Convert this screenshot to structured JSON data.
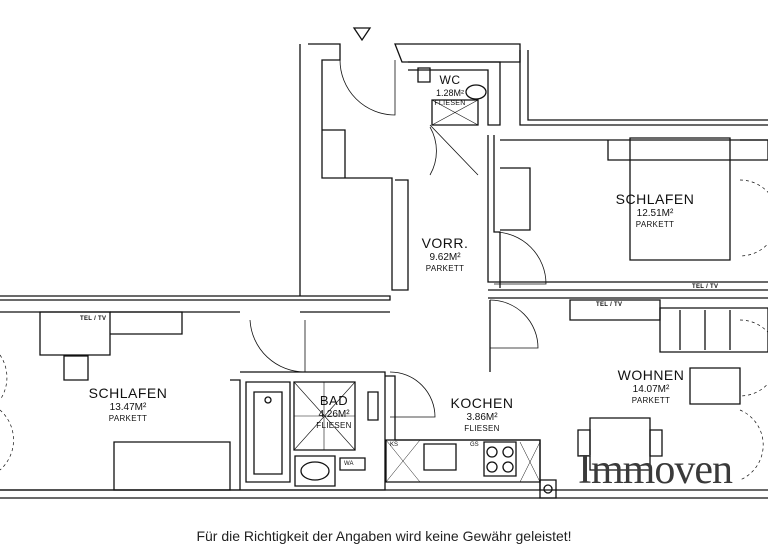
{
  "rooms": {
    "wc": {
      "name": "WC",
      "area": "1.28M²",
      "floor": "FLIESEN"
    },
    "vorr": {
      "name": "VORR.",
      "area": "9.62M²",
      "floor": "PARKETT"
    },
    "schlafen_right": {
      "name": "SCHLAFEN",
      "area": "12.51M²",
      "floor": "PARKETT"
    },
    "schlafen_left": {
      "name": "SCHLAFEN",
      "area": "13.47M²",
      "floor": "PARKETT"
    },
    "bad": {
      "name": "BAD",
      "area": "4.26M²",
      "floor": "FLIESEN"
    },
    "kochen": {
      "name": "KOCHEN",
      "area": "3.86M²",
      "floor": "FLIESEN"
    },
    "wohnen": {
      "name": "WOHNEN",
      "area": "14.07M²",
      "floor": "PARKETT"
    }
  },
  "annotations": {
    "tel_tv_left": "TEL / TV",
    "tel_tv_right_top": "TEL / TV",
    "tel_tv_right_mid": "TEL / TV",
    "wa_label": "WA",
    "ks_label": "KS",
    "gs_label": "GS"
  },
  "logo": {
    "text": "Immoven"
  },
  "disclaimer": "Für die Richtigkeit der Angaben wird keine Gewähr geleistet!"
}
